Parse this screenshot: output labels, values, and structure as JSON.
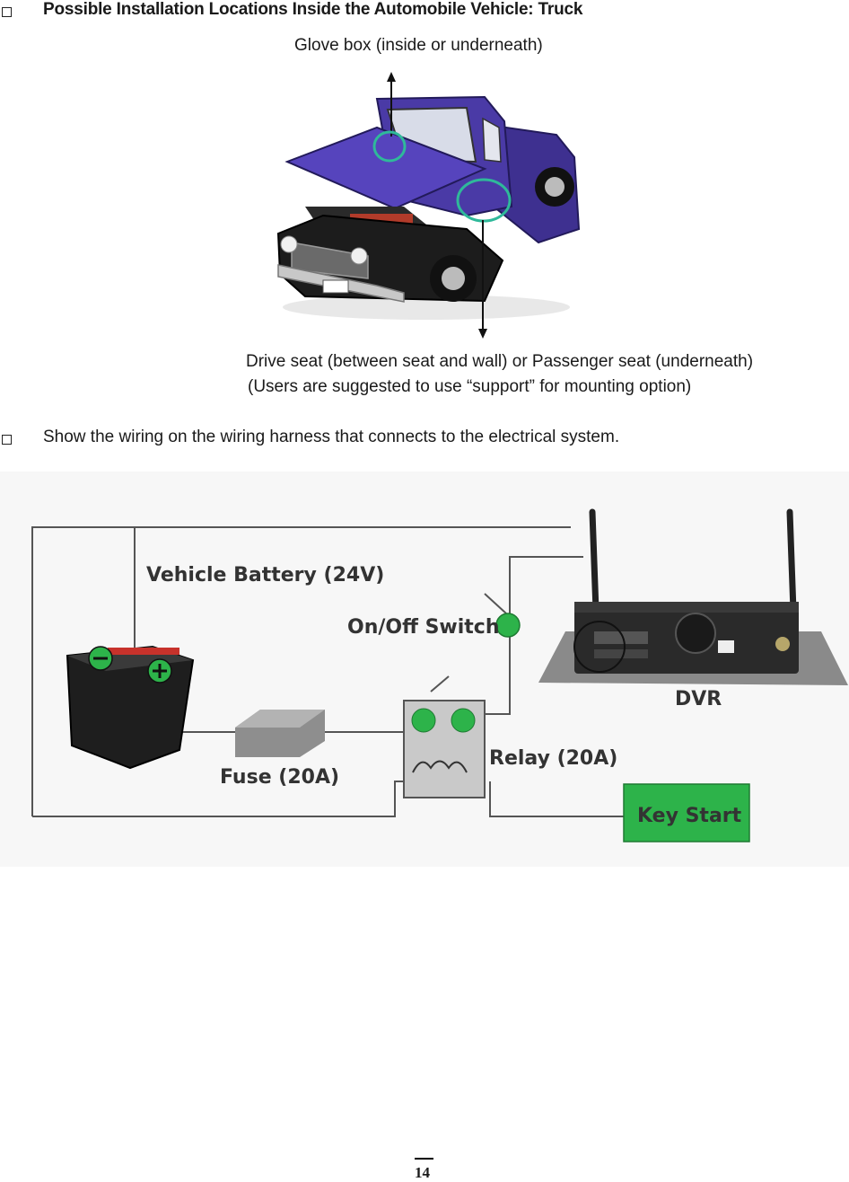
{
  "section1": {
    "heading": "Possible Installation Locations Inside the Automobile Vehicle: Truck",
    "glove_box_label": "Glove box (inside or underneath)",
    "drive_seat_label": "Drive seat (between seat and wall) or Passenger seat (underneath)",
    "support_note": "(Users are suggested to use “support” for mounting option)"
  },
  "section2": {
    "text": "Show the wiring on the wiring harness that connects to the electrical system."
  },
  "wiring": {
    "battery_label": "Vehicle Battery (24V)",
    "switch_label": "On/Off Switch",
    "dvr_label": "DVR",
    "fuse_label": "Fuse (20A)",
    "relay_label": "Relay (20A)",
    "key_start_label": "Key Start",
    "accent_green": "#2db34a",
    "highlight_teal": "#2fb99a",
    "truck_purple": "#4a3aa6"
  },
  "footer": {
    "page_number": "14"
  }
}
